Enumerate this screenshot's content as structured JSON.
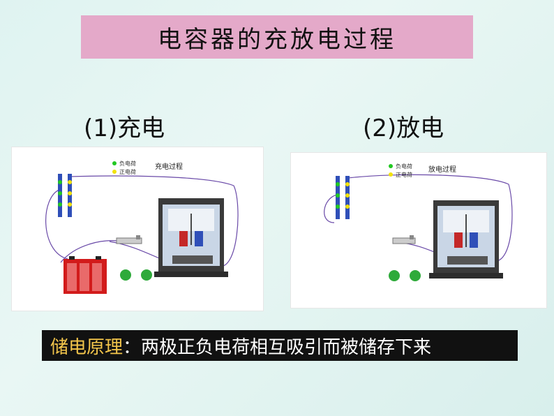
{
  "title": "电容器的充放电过程",
  "charging": {
    "label": "(1)充电",
    "process_title": "充电过程",
    "legend": [
      {
        "name": "负电荷",
        "color": "#22c822"
      },
      {
        "name": "正电荷",
        "color": "#f2e20a"
      }
    ]
  },
  "discharging": {
    "label": "(2)放电",
    "process_title": "放电过程",
    "legend": [
      {
        "name": "负电荷",
        "color": "#22c822"
      },
      {
        "name": "正电荷",
        "color": "#f2e20a"
      }
    ]
  },
  "principle": {
    "label": "储电原理",
    "text": "：两极正负电荷相互吸引而被储存下来"
  }
}
